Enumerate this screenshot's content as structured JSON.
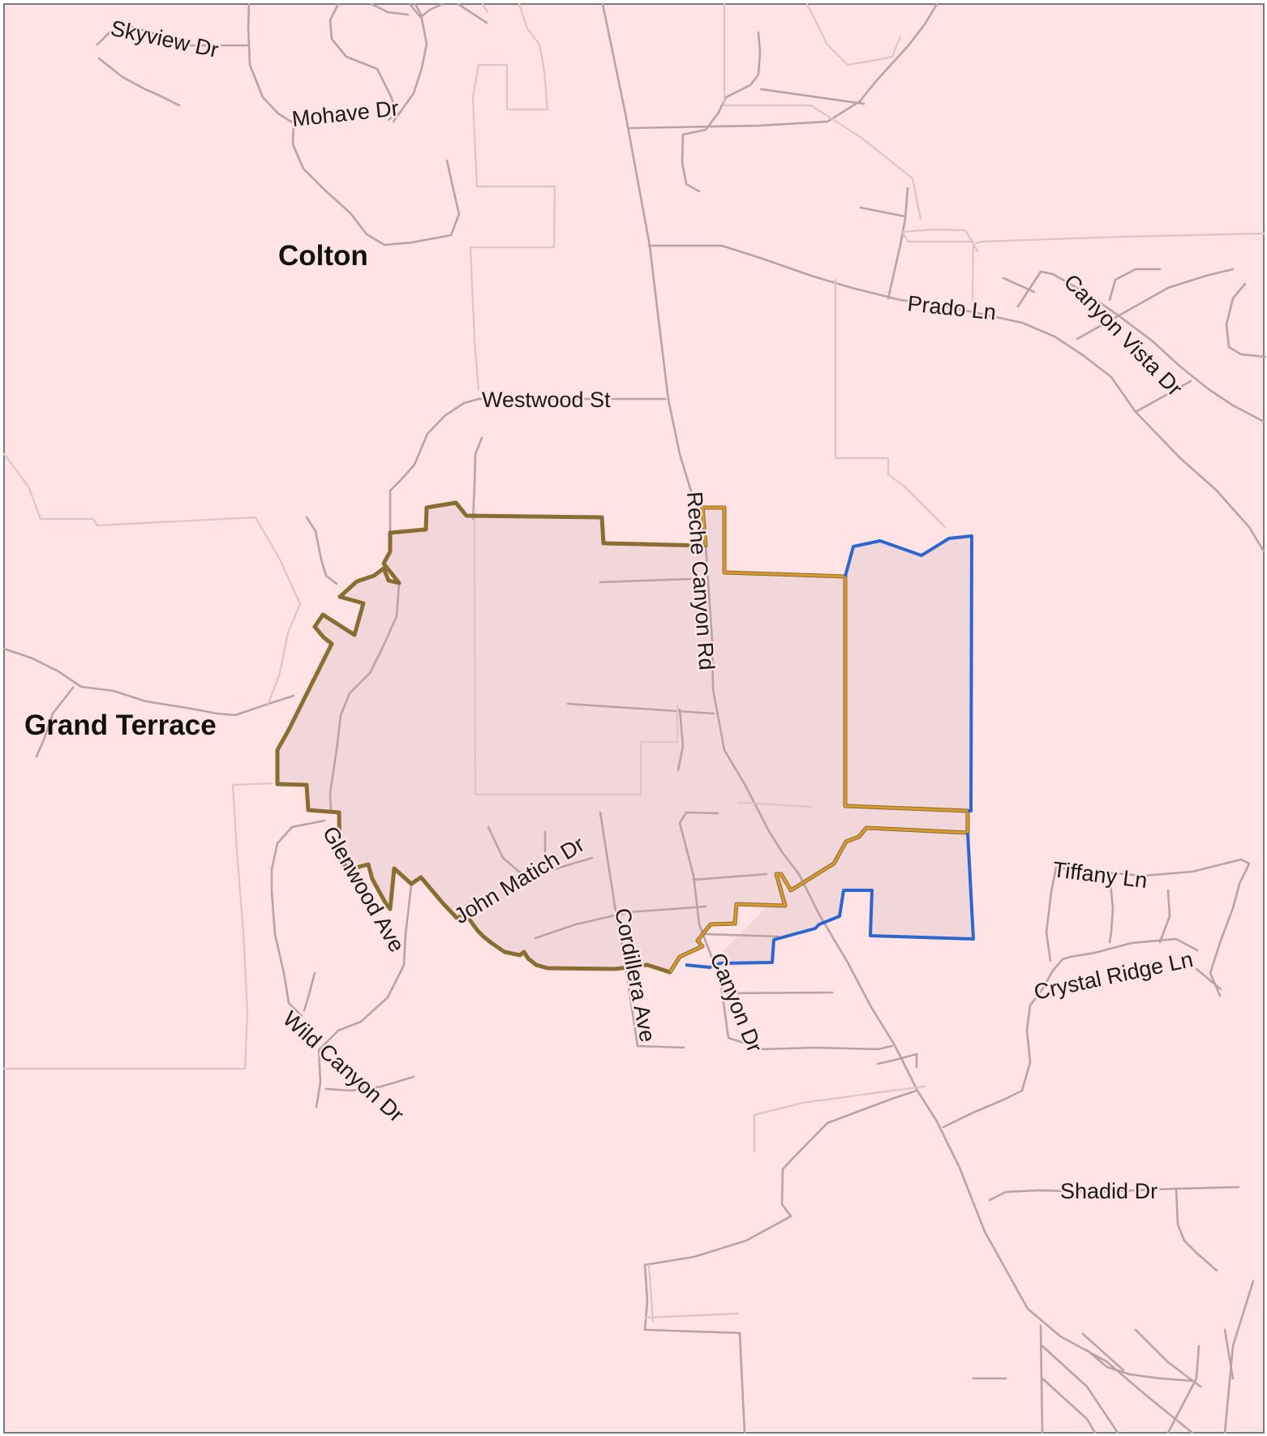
{
  "map": {
    "background_color": "#ffe3e5",
    "frame_color": "#7a7a7a",
    "cities": [
      {
        "name": "Colton"
      },
      {
        "name": "Grand Terrace"
      }
    ],
    "streets": [
      {
        "name": "Skyview Dr"
      },
      {
        "name": "Mohave Dr"
      },
      {
        "name": "Westwood St"
      },
      {
        "name": "Reche Canyon Rd"
      },
      {
        "name": "Prado Ln"
      },
      {
        "name": "Canyon Vista Dr"
      },
      {
        "name": "Glenwood Ave"
      },
      {
        "name": "John Matich Dr"
      },
      {
        "name": "Cordillera Ave"
      },
      {
        "name": "Canyon Dr"
      },
      {
        "name": "Wild Canyon Dr"
      },
      {
        "name": "Tiffany Ln"
      },
      {
        "name": "Crystal Ridge Ln"
      },
      {
        "name": "Shadid Dr"
      }
    ],
    "areas": [
      {
        "outline_color": "#8a6d33",
        "fill_color": "#f2d7da"
      },
      {
        "outline_color": "#d89a2c",
        "fill_color": "#f2d7da"
      },
      {
        "outline_color": "#2d66cc",
        "fill_color": "#f2d7da"
      }
    ]
  }
}
